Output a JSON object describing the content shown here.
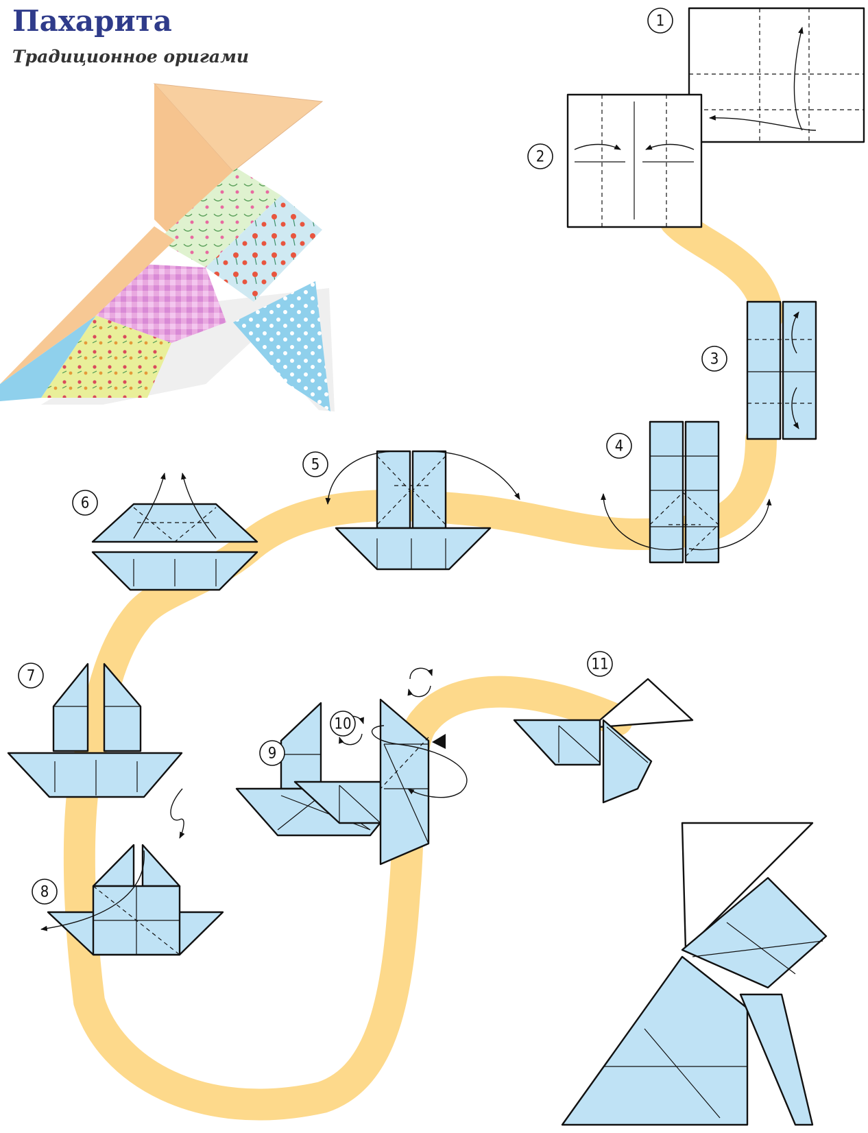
{
  "title": "Пахарита",
  "subtitle": "Традиционное оригами",
  "colors": {
    "title": "#2f3b8a",
    "paper_blue": "#bfe2f5",
    "path_yellow": "#fdd98b",
    "photo_peach": "#f8cf9f"
  },
  "steps": [
    {
      "label": "1"
    },
    {
      "label": "2"
    },
    {
      "label": "3"
    },
    {
      "label": "4"
    },
    {
      "label": "5"
    },
    {
      "label": "6"
    },
    {
      "label": "7"
    },
    {
      "label": "8"
    },
    {
      "label": "9"
    },
    {
      "label": "10"
    },
    {
      "label": "11"
    }
  ]
}
